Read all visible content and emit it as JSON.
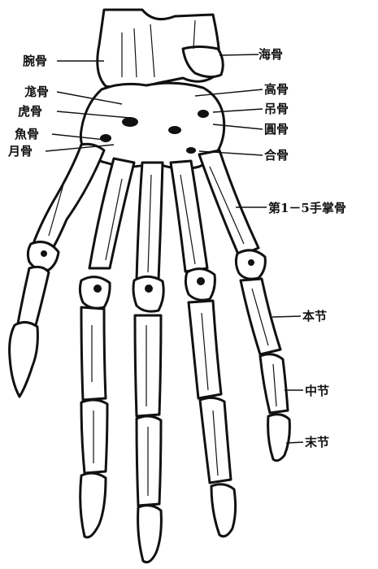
{
  "diagram": {
    "labels": {
      "wrist": "腕骨",
      "sea": "海骨",
      "dragon": "尨骨",
      "tall": "高骨",
      "tiger": "虎骨",
      "hang": "吊骨",
      "fish": "魚骨",
      "round": "圓骨",
      "moon": "月骨",
      "join": "合骨",
      "metacarpal": "第1－5手掌骨",
      "proximal": "本节",
      "middle": "中节",
      "distal": "末节"
    },
    "colors": {
      "ink": "#111111",
      "paper": "#ffffff"
    }
  }
}
